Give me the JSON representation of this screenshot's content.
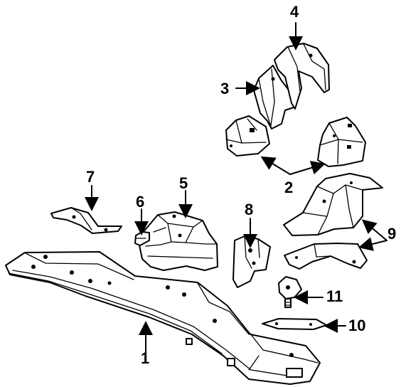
{
  "callouts": [
    {
      "id": "1",
      "text": "1"
    },
    {
      "id": "2",
      "text": "2"
    },
    {
      "id": "3",
      "text": "3"
    },
    {
      "id": "4",
      "text": "4"
    },
    {
      "id": "5",
      "text": "5"
    },
    {
      "id": "6",
      "text": "6"
    },
    {
      "id": "7",
      "text": "7"
    },
    {
      "id": "8",
      "text": "8"
    },
    {
      "id": "9",
      "text": "9"
    },
    {
      "id": "10",
      "text": "10"
    },
    {
      "id": "11",
      "text": "11"
    }
  ],
  "colors": {
    "ink": "#000000",
    "background": "#ffffff"
  }
}
